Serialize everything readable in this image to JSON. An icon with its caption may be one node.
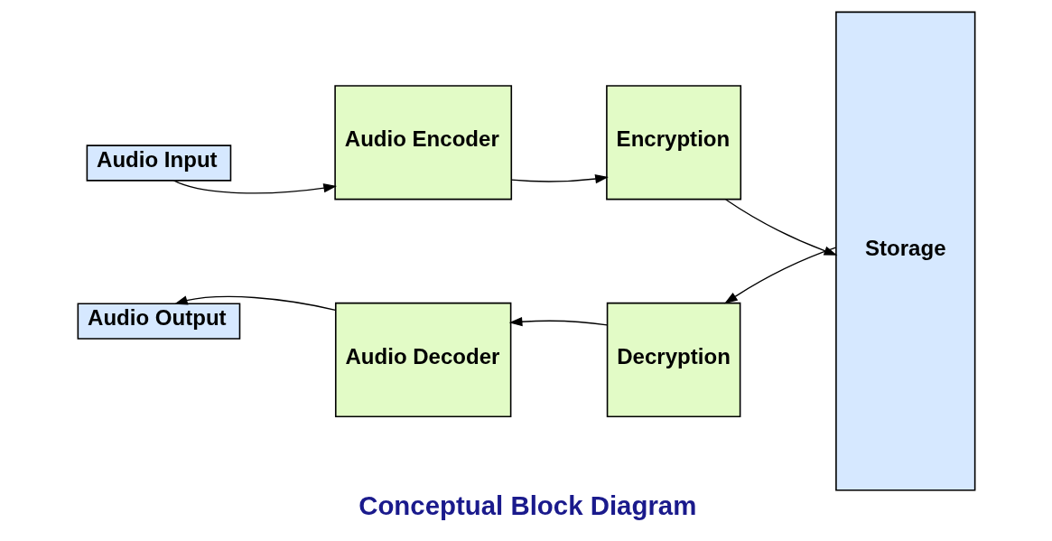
{
  "diagram": {
    "caption": "Conceptual Block Diagram",
    "nodes": [
      {
        "text": [
          "Audio Input"
        ]
      },
      {
        "text": [
          "Audio Encoder"
        ]
      },
      {
        "text": [
          "Encryption"
        ]
      },
      {
        "text": [
          "Storage"
        ]
      },
      {
        "text": [
          "Audio Output"
        ]
      },
      {
        "text": [
          "Audio Decoder"
        ]
      },
      {
        "text": [
          "Decryption"
        ]
      }
    ],
    "edges": [
      {
        "from": 0,
        "to": 1,
        "arrow": "to"
      },
      {
        "from": 1,
        "to": 2,
        "arrow": "to"
      },
      {
        "from": 2,
        "to": 3,
        "arrow": "to"
      },
      {
        "from": 3,
        "to": 6,
        "arrow": "to"
      },
      {
        "from": 6,
        "to": 5,
        "arrow": "to"
      },
      {
        "from": 5,
        "to": 4,
        "arrow": "to"
      }
    ]
  }
}
